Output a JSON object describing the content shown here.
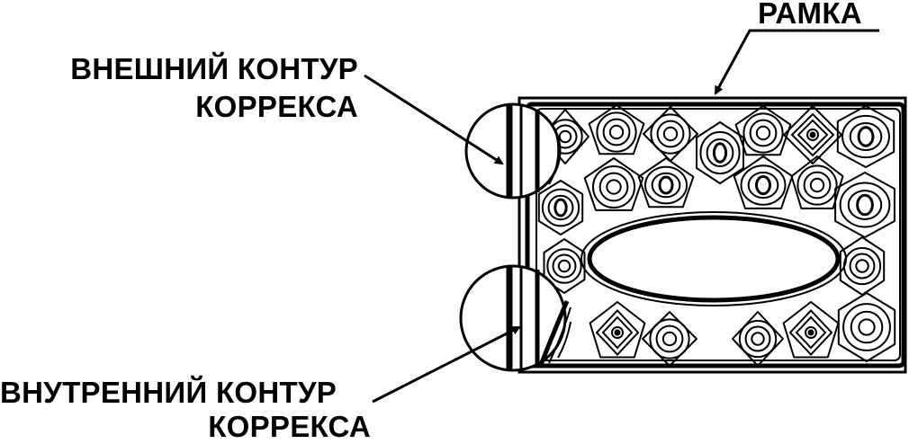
{
  "labels": {
    "frame": "РАМКА",
    "outer_line1": "ВНЕШНИЙ КОНТУР",
    "outer_line2": "КОРРЕКСА",
    "inner_line1": "ВНУТРЕННИЙ КОНТУР",
    "inner_line2": "КОРРЕКСА"
  },
  "colors": {
    "ink": "#000000",
    "background": "#ffffff"
  }
}
